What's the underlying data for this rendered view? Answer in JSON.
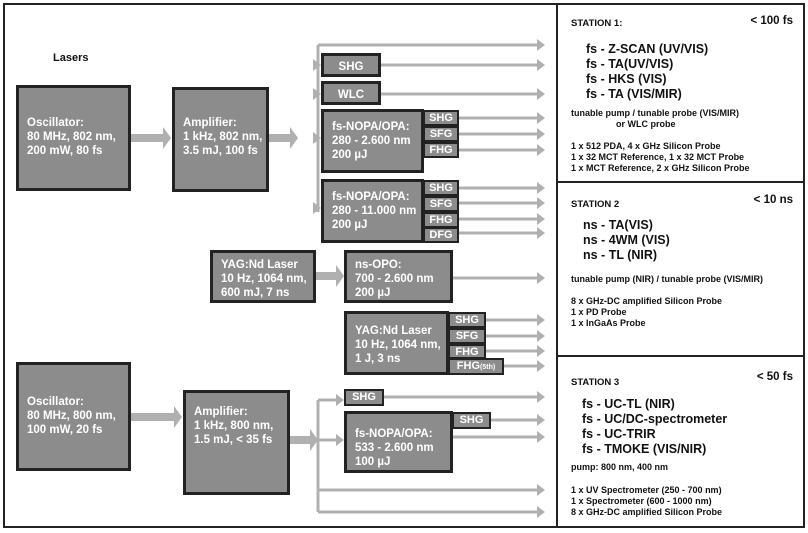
{
  "title": "Lasers",
  "colors": {
    "box": "#8c8c8c",
    "border": "#222222",
    "arrow": "#b0b0b0"
  },
  "lasers": {
    "osc1": "Oscillator:\n80 MHz, 802 nm,\n200 mW, 80 fs",
    "amp1": "Amplifier:\n1 kHz, 802 nm,\n3.5 mJ, 100 fs",
    "shg_top": "SHG",
    "wlc": "WLC",
    "nopa1": "fs-NOPA/OPA:\n280 - 2.600 nm\n200 µJ",
    "nopa1_tags": [
      "SHG",
      "SFG",
      "FHG"
    ],
    "nopa2": "fs-NOPA/OPA:\n280 - 11.000 nm\n200 µJ",
    "nopa2_tags": [
      "SHG",
      "SFG",
      "FHG",
      "DFG"
    ],
    "yag1": "YAG:Nd Laser\n10 Hz, 1064 nm,\n600 mJ, 7 ns",
    "nsopo": "ns-OPO:\n700 - 2.600 nm\n200 µJ",
    "yag2": "YAG:Nd Laser\n10 Hz, 1064 nm,\n1 J, 3 ns",
    "yag2_tags": [
      "SHG",
      "SFG",
      "FHG"
    ],
    "yag2_fifth": "FHG",
    "yag2_fifth_sub": "(5th)",
    "osc2": "Oscillator:\n80 MHz, 800 nm,\n100 mW, 20 fs",
    "amp2": "Amplifier:\n1 kHz, 800 nm,\n1.5 mJ, < 35 fs",
    "shg_bottom": "SHG",
    "nopa3": "fs-NOPA/OPA:\n533 - 2.600 nm\n100 µJ",
    "nopa3_tag": "SHG"
  },
  "stations": [
    {
      "title": "STATION 1:",
      "duration": "< 100 fs",
      "techniques": "fs - Z-SCAN (UV/VIS)\nfs - TA(UV/VIS)\nfs - HKS (VIS)\nfs - TA (VIS/MIR)",
      "pump": "tunable pump / tunable probe (VIS/MIR)\n                  or WLC probe",
      "detectors": "1 x 512 PDA, 4 x GHz Silicon Probe\n1 x 32 MCT Reference, 1 x 32 MCT Probe\n1 x MCT Reference, 2 x GHz Silicon Probe"
    },
    {
      "title": "STATION 2",
      "duration": "< 10 ns",
      "techniques": "ns - TA(VIS)\nns - 4WM (VIS)\nns - TL (NIR)",
      "pump": "tunable pump (NIR) / tunable probe (VIS/MIR)",
      "detectors": "8 x GHz-DC amplified Silicon Probe\n1 x PD Probe\n1 x InGaAs Probe"
    },
    {
      "title": "STATION 3",
      "duration": "< 50 fs",
      "techniques": "fs - UC-TL (NIR)\nfs - UC/DC-spectrometer\nfs - UC-TRIR\nfs - TMOKE (VIS/NIR)",
      "pump": "pump: 800 nm, 400 nm",
      "detectors": "1 x UV Spectrometer (250 - 700 nm)\n1 x Spectrometer (600 - 1000 nm)\n8 x GHz-DC amplified Silicon Probe"
    }
  ]
}
